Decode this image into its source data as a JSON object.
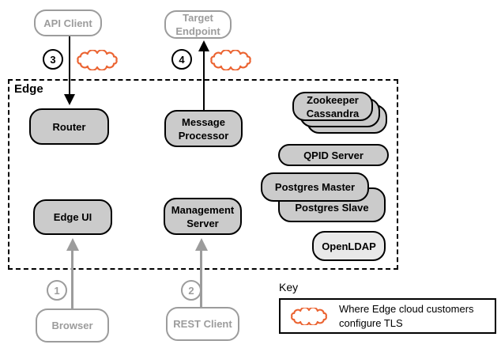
{
  "edge": {
    "label": "Edge"
  },
  "nodes": {
    "api_client": "API Client",
    "target_endpoint": "Target Endpoint",
    "router": "Router",
    "message_processor": "Message Processor",
    "edge_ui": "Edge UI",
    "management_server": "Management Server",
    "zookeeper": "Zookeeper",
    "cassandra": "Cassandra",
    "qpid_server": "QPID Server",
    "postgres_master": "Postgres Master",
    "postgres_slave": "Postgres Slave",
    "openldap": "OpenLDAP",
    "browser": "Browser",
    "rest_client": "REST Client"
  },
  "steps": {
    "step1": "1",
    "step2": "2",
    "step3": "3",
    "step4": "4"
  },
  "key": {
    "title": "Key",
    "legend_line1": "Where Edge cloud customers",
    "legend_line2": "configure TLS"
  },
  "colors": {
    "tls_cloud_orange": "#EB6432",
    "node_fill_gray": "#CBCBCB",
    "openldap_fill": "#E9E9E9",
    "muted_gray": "#9C9C9C",
    "line_black": "#000000"
  }
}
